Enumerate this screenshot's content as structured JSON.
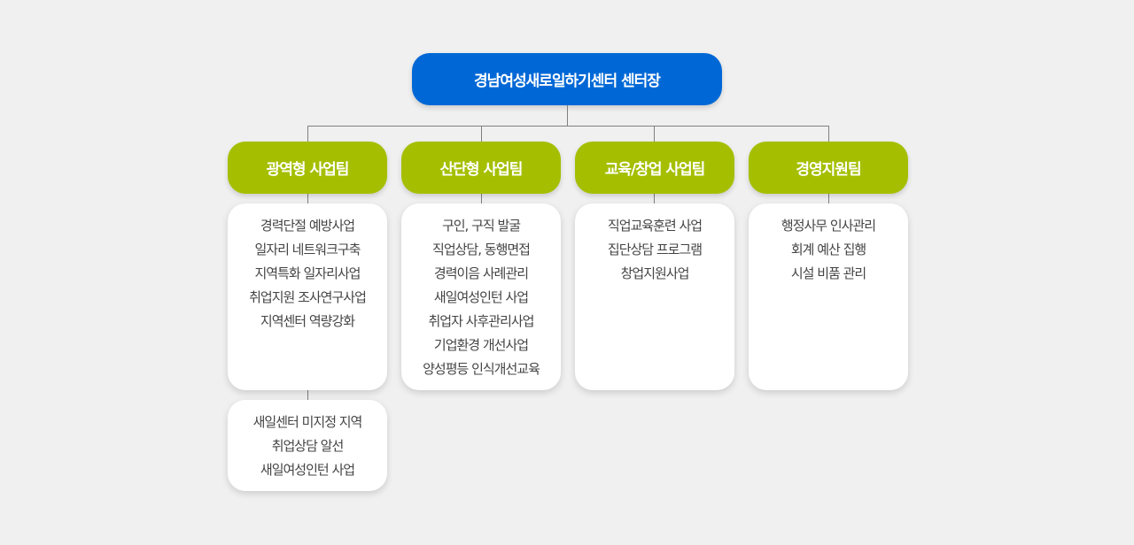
{
  "root": {
    "title": "경남여성새로일하기센터 센터장"
  },
  "teams": [
    {
      "name": "광역형 사업팀",
      "duties": [
        "경력단절 예방사업",
        "일자리 네트워크구축",
        "지역특화 일자리사업",
        "취업지원 조사연구사업",
        "지역센터 역량강화"
      ],
      "extra": [
        "새일센터 미지정 지역",
        "취업상담 알선",
        "새일여성인턴 사업"
      ]
    },
    {
      "name": "산단형 사업팀",
      "duties": [
        "구인, 구직 발굴",
        "직업상담, 동행면접",
        "경력이음 사례관리",
        "새일여성인턴 사업",
        "취업자 사후관리사업",
        "기업환경 개선사업",
        "양성평등 인식개선교육"
      ]
    },
    {
      "name": "교육/창업 사업팀",
      "duties": [
        "직업교육훈련 사업",
        "집단상담 프로그램",
        "창업지원사업"
      ]
    },
    {
      "name": "경영지원팀",
      "duties": [
        "행정사무 인사관리",
        "회계 예산 집행",
        "시설 비품 관리"
      ]
    }
  ],
  "colors": {
    "root": "#0068d6",
    "team": "#a5bf00",
    "line": "#808080"
  }
}
